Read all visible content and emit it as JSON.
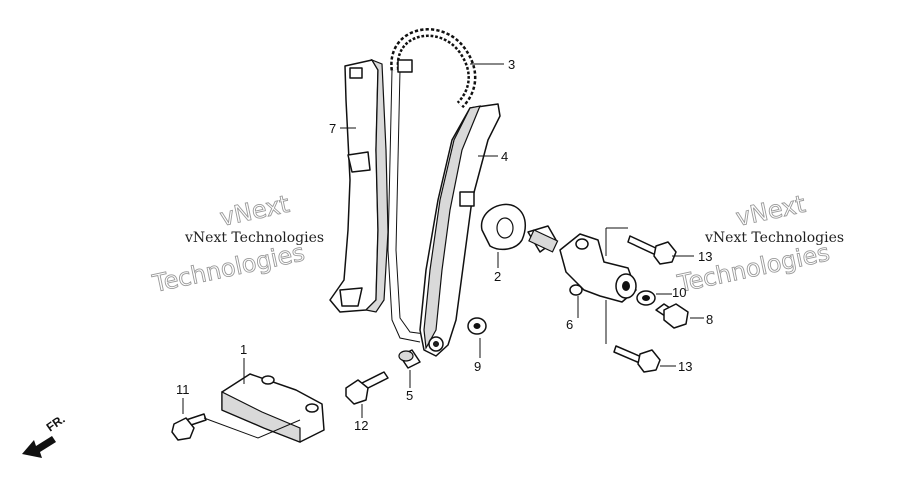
{
  "callouts": {
    "c1": "1",
    "c2": "2",
    "c3": "3",
    "c4": "4",
    "c5": "5",
    "c6": "6",
    "c7": "7",
    "c8": "8",
    "c9": "9",
    "c10": "10",
    "c11": "11",
    "c12": "12",
    "c13a": "13",
    "c13b": "13"
  },
  "watermark": {
    "small": "vNext Technologies",
    "line1": "vNext",
    "line2": "Technologies"
  },
  "direction_label": "FR."
}
